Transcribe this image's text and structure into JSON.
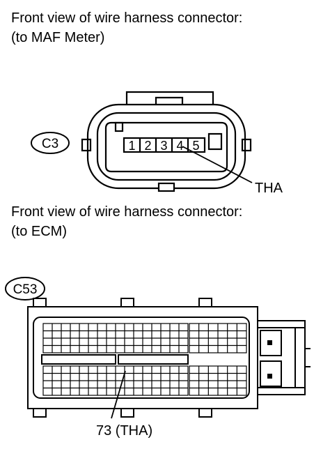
{
  "captions": {
    "maf_line1": "Front view of wire harness connector:",
    "maf_line2": "(to MAF Meter)",
    "ecm_line1": "Front view of wire harness connector:",
    "ecm_line2": "(to ECM)"
  },
  "maf_connector": {
    "id": "C3",
    "pins": [
      "1",
      "2",
      "3",
      "4",
      "5"
    ],
    "callout": "THA"
  },
  "ecm_connector": {
    "id": "C53",
    "callout": "73 (THA)"
  }
}
